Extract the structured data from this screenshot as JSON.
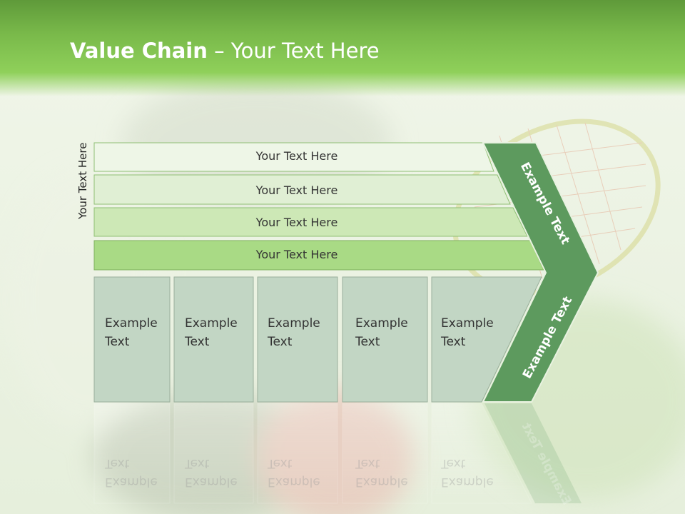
{
  "title": {
    "bold": "Value Chain",
    "rest": " – Your Text Here"
  },
  "side_label": "Your Text Here",
  "rows": [
    {
      "label": "Your Text Here"
    },
    {
      "label": "Your Text Here"
    },
    {
      "label": "Your Text Here"
    },
    {
      "label": "Your Text Here"
    }
  ],
  "columns": [
    {
      "line1": "Example",
      "line2": "Text"
    },
    {
      "line1": "Example",
      "line2": "Text"
    },
    {
      "line1": "Example",
      "line2": "Text"
    },
    {
      "line1": "Example",
      "line2": "Text"
    },
    {
      "line1": "Example",
      "line2": "Text"
    }
  ],
  "chevron": {
    "upper": "Example Text",
    "lower": "Example Text"
  },
  "colors": {
    "header_green": "#79b94a",
    "chevron_green": "#5d9a5e",
    "column_fill": "#c2d6c4",
    "row_fills": [
      "#eef6e7",
      "#e0efd4",
      "#cde8b6",
      "#a9da85"
    ]
  }
}
